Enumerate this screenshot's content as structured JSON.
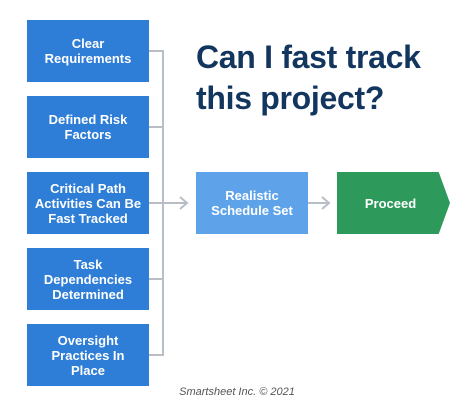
{
  "title": "Can I fast track this project?",
  "inputs": [
    "Clear Requirements",
    "Defined Risk Factors",
    "Critical Path Activities Can Be Fast Tracked",
    "Task Dependencies Determined",
    "Oversight Practices In Place"
  ],
  "middle_box": "Realistic Schedule Set",
  "result_box": "Proceed",
  "footer": "Smartsheet Inc. © 2021",
  "colors": {
    "input_box": "#2e7dd6",
    "middle_box": "#5ea3ea",
    "result_box": "#2d9a5b",
    "title": "#13365f",
    "connector": "#b8bec6"
  }
}
